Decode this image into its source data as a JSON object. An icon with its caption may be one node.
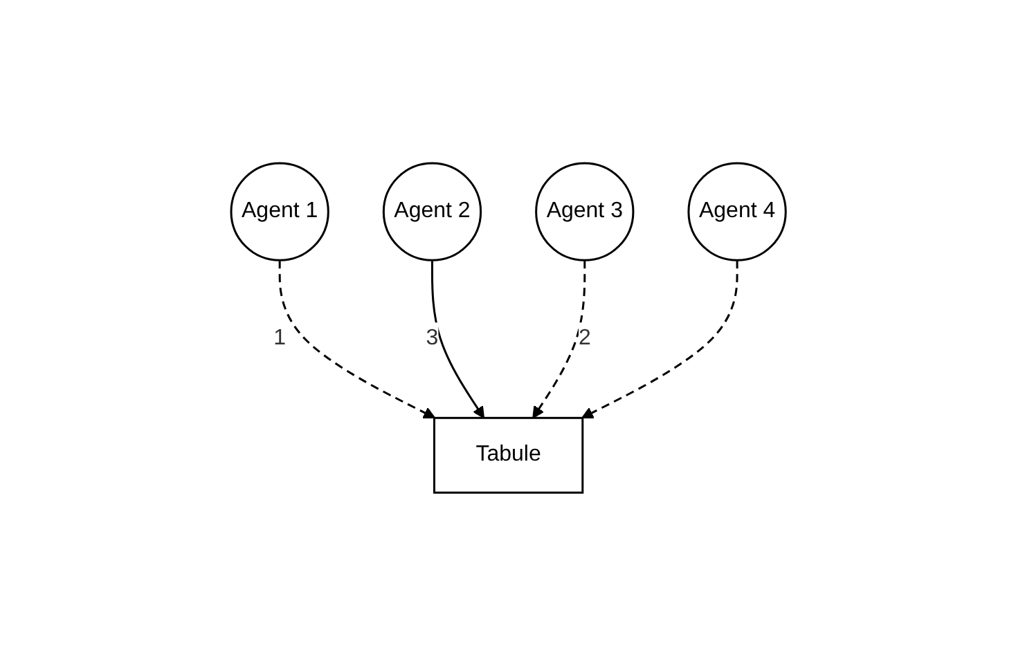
{
  "diagram": {
    "nodes": [
      {
        "text": [
          "Agent 1"
        ]
      },
      {
        "text": [
          "Agent 2"
        ]
      },
      {
        "text": [
          "Agent 3"
        ]
      },
      {
        "text": [
          "Agent 4"
        ]
      },
      {
        "text": [
          "Tabule"
        ]
      }
    ],
    "edges": [
      {
        "from": 0,
        "to": 4,
        "arrow": "to",
        "style": "dashed",
        "label": "1"
      },
      {
        "from": 1,
        "to": 4,
        "arrow": "to",
        "label": "3"
      },
      {
        "from": 2,
        "to": 4,
        "arrow": "to",
        "style": "dashed",
        "label": "2"
      },
      {
        "from": 3,
        "to": 4,
        "arrow": "to",
        "style": "dashed"
      }
    ]
  }
}
